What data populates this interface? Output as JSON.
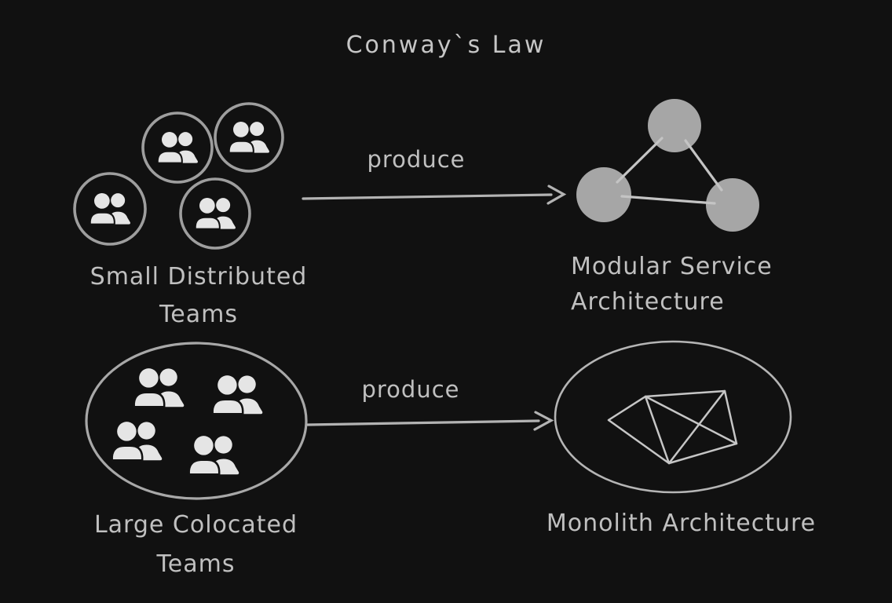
{
  "title": "Conway`s Law",
  "top_flow": {
    "source_label_line1": "Small Distributed",
    "source_label_line2": "Teams",
    "source_team_count": 4,
    "arrow_label": "produce",
    "target_label_line1": "Modular Service",
    "target_label_line2": "Architecture",
    "target_node_count": 3
  },
  "bottom_flow": {
    "source_label_line1": "Large Colocated",
    "source_label_line2": "Teams",
    "source_team_count": 4,
    "arrow_label": "produce",
    "target_label": "Monolith Architecture"
  },
  "icons": {
    "team_member_icon": "people-pair-icon"
  },
  "colors": {
    "background": "#111111",
    "text": "#c0c0c0",
    "shape_stroke": "#9e9e9e",
    "service_node_fill": "#a6a6a6",
    "people_icon_fill": "#e5e5e5",
    "arrow": "#b3b3b3"
  }
}
